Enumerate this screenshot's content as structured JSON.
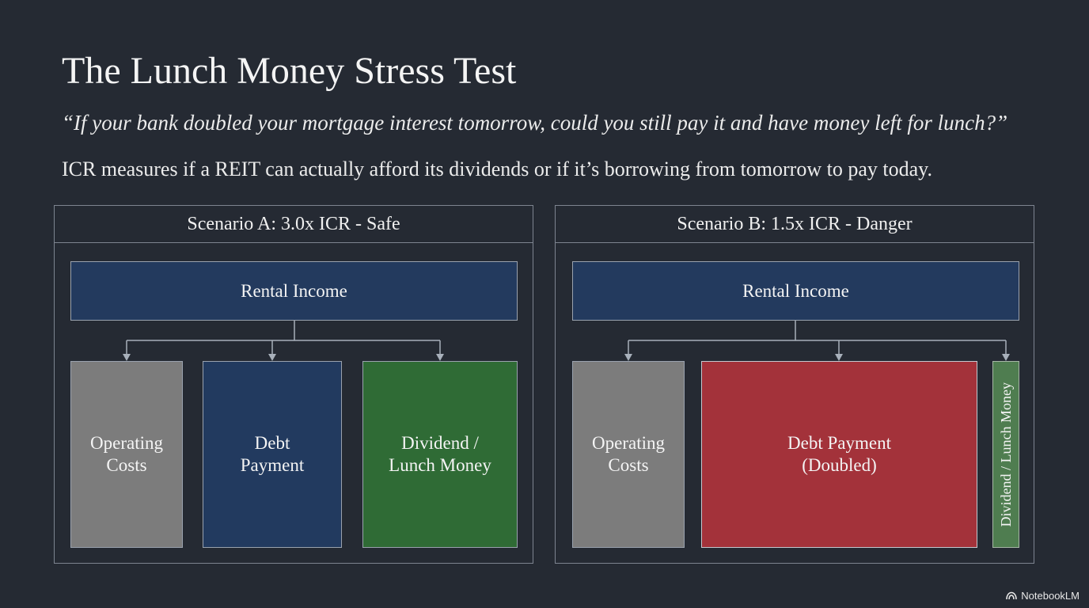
{
  "title": "The Lunch Money Stress Test",
  "quote": "“If your bank doubled your mortgage interest tomorrow, could you still pay it and have money left for lunch?”",
  "subtitle": "ICR measures if a REIT can actually afford its dividends or if it’s borrowing from tomorrow to pay today.",
  "scenario_a": {
    "header": "Scenario A: 3.0x ICR - Safe",
    "income": "Rental Income",
    "operating_costs": [
      "Operating",
      "Costs"
    ],
    "debt_payment": [
      "Debt",
      "Payment"
    ],
    "dividend": [
      "Dividend /",
      "Lunch Money"
    ]
  },
  "scenario_b": {
    "header": "Scenario B: 1.5x ICR - Danger",
    "income": "Rental Income",
    "operating_costs": [
      "Operating",
      "Costs"
    ],
    "debt_payment": [
      "Debt Payment",
      "(Doubled)"
    ],
    "dividend": "Dividend / Lunch Money"
  },
  "brand": {
    "name": "NotebookLM",
    "icon": "notebooklm-logo-icon"
  },
  "colors": {
    "background": "#252a33",
    "income_blue": "#233a5e",
    "operating_gray": "#7c7c7c",
    "debt_blue": "#223a5f",
    "dividend_green": "#2f6b35",
    "debt_red": "#a3323a",
    "dividend_thin_green": "#4f7d50"
  }
}
